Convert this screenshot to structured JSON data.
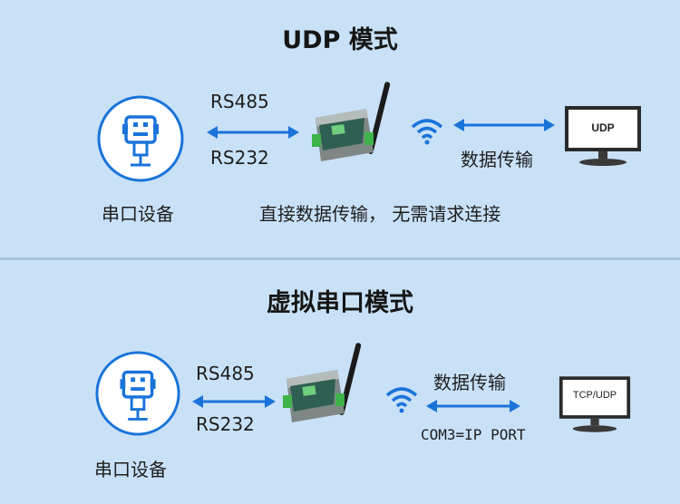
{
  "udp_mode": {
    "title": "UDP 模式",
    "serial_device_label": "串口设备",
    "rs485": "RS485",
    "rs232": "RS232",
    "data_transfer": "数据传输",
    "description": "直接数据传输， 无需请求连接",
    "monitor_text": "UDP"
  },
  "virtual_serial_mode": {
    "title": "虚拟串口模式",
    "serial_device_label": "串口设备",
    "rs485": "RS485",
    "rs232": "RS232",
    "data_transfer": "数据传输",
    "port_mapping": "COM3=IP PORT",
    "monitor_text": "TCP/UDP"
  },
  "colors": {
    "background": "#c9e1f7",
    "accent_blue": "#1a73d9",
    "router_body": "#2f5f52"
  },
  "icons": [
    "serial-port-icon",
    "router-icon",
    "wifi-icon",
    "monitor-icon",
    "double-arrow-icon"
  ]
}
